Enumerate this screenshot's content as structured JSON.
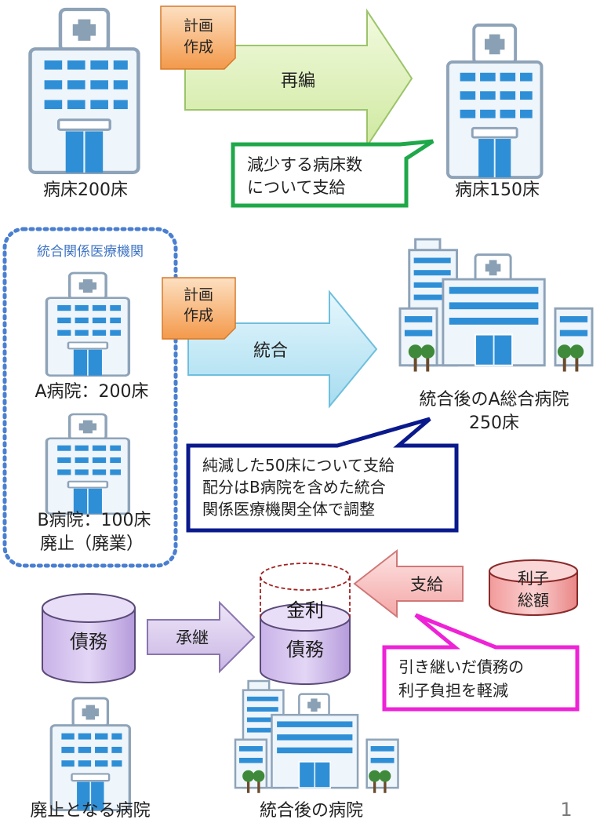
{
  "section1": {
    "plan_label_line1": "計画",
    "plan_label_line2": "作成",
    "arrow_label": "再編",
    "hospital_before_label": "病床200床",
    "hospital_after_label": "病床150床",
    "callout_line1": "減少する病床数",
    "callout_line2": "について支給"
  },
  "section2": {
    "group_title": "統合関係医療機関",
    "plan_label_line1": "計画",
    "plan_label_line2": "作成",
    "arrow_label": "統合",
    "hospital_a_label": "A病院：200床",
    "hospital_b_label_line1": "B病院：100床",
    "hospital_b_label_line2": "廃止（廃業）",
    "merged_label_line1": "統合後のA総合病院",
    "merged_label_line2": "250床",
    "callout_line1": "純減した50床について支給",
    "callout_line2": "配分はB病院を含めた統合",
    "callout_line3": "関係医療機関全体で調整"
  },
  "section3": {
    "debt_left": "債務",
    "arrow_succession": "承継",
    "interest_top": "金利",
    "debt_right": "債務",
    "arrow_pay": "支給",
    "interest_total_line1": "利子",
    "interest_total_line2": "総額",
    "callout_line1": "引き継いだ債務の",
    "callout_line2": "利子負担を軽減",
    "closed_hospital_label": "廃止となる病院",
    "merged_hospital_label": "統合後の病院"
  },
  "page_number": "1",
  "colors": {
    "hospital_wall": "#eef5fb",
    "hospital_outline": "#8ea3b8",
    "window": "#2f8fd6",
    "plan_box": "#f6a85a",
    "arrow_green": "#dcf0b4",
    "arrow_blue": "#bfe7f5",
    "arrow_purple": "#d8c9ec",
    "arrow_pink": "#f7bcbc",
    "callout_green": "#1fa84a",
    "callout_navy": "#0a1a8c",
    "callout_magenta": "#ee22d6",
    "group_border": "#4a7fd0"
  }
}
